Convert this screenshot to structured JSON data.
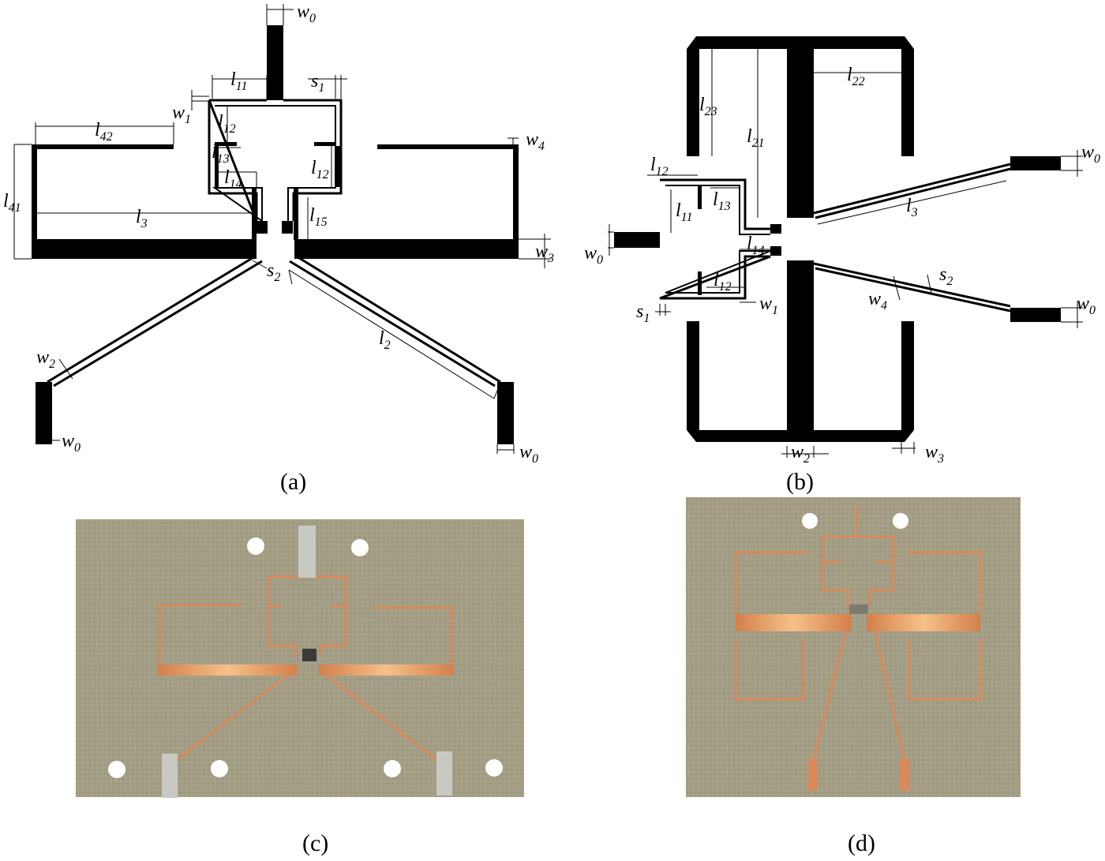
{
  "captions": {
    "a": "(a)",
    "b": "(b)",
    "c": "(c)",
    "d": "(d)"
  },
  "labels_a": {
    "w0_top": "w",
    "w0_top_sub": "0",
    "l11": "l",
    "l11_sub": "11",
    "s1": "s",
    "s1_sub": "1",
    "w1": "w",
    "w1_sub": "1",
    "l42": "l",
    "l42_sub": "42",
    "l12_a": "l",
    "l12_a_sub": "12",
    "l13": "l",
    "l13_sub": "13",
    "l14": "l",
    "l14_sub": "14",
    "l12_b": "l",
    "l12_b_sub": "12",
    "w4": "w",
    "w4_sub": "4",
    "l41": "l",
    "l41_sub": "41",
    "l3": "l",
    "l3_sub": "3",
    "l15": "l",
    "l15_sub": "15",
    "w3": "w",
    "w3_sub": "3",
    "s2": "s",
    "s2_sub": "2",
    "w2": "w",
    "w2_sub": "2",
    "l2": "l",
    "l2_sub": "2",
    "w0_left": "w",
    "w0_left_sub": "0",
    "w0_right": "w",
    "w0_right_sub": "0"
  },
  "labels_b": {
    "l22": "l",
    "l22_sub": "22",
    "l23": "l",
    "l23_sub": "23",
    "l21": "l",
    "l21_sub": "21",
    "l12_top": "l",
    "l12_top_sub": "12",
    "l11": "l",
    "l11_sub": "11",
    "l13": "l",
    "l13_sub": "13",
    "l3": "l",
    "l3_sub": "3",
    "w0_right_top": "w",
    "w0_right_top_sub": "0",
    "w0_left": "w",
    "w0_left_sub": "0",
    "l14": "l",
    "l14_sub": "14",
    "l12_bottom": "l",
    "l12_bottom_sub": "12",
    "s2": "s",
    "s2_sub": "2",
    "w4": "w",
    "w4_sub": "4",
    "w1": "w",
    "w1_sub": "1",
    "s1": "s",
    "s1_sub": "1",
    "w0_right_bottom": "w",
    "w0_right_bottom_sub": "0",
    "w2": "w",
    "w2_sub": "2",
    "w3": "w",
    "w3_sub": "3"
  },
  "colors": {
    "trace": "#000000",
    "substrate": "#a39e84",
    "substrate_dark": "#8f8a70",
    "copper": "#d9895a",
    "copper_bright": "#f2b583",
    "solder": "#c9c9c4",
    "hole": "#ffffff"
  }
}
